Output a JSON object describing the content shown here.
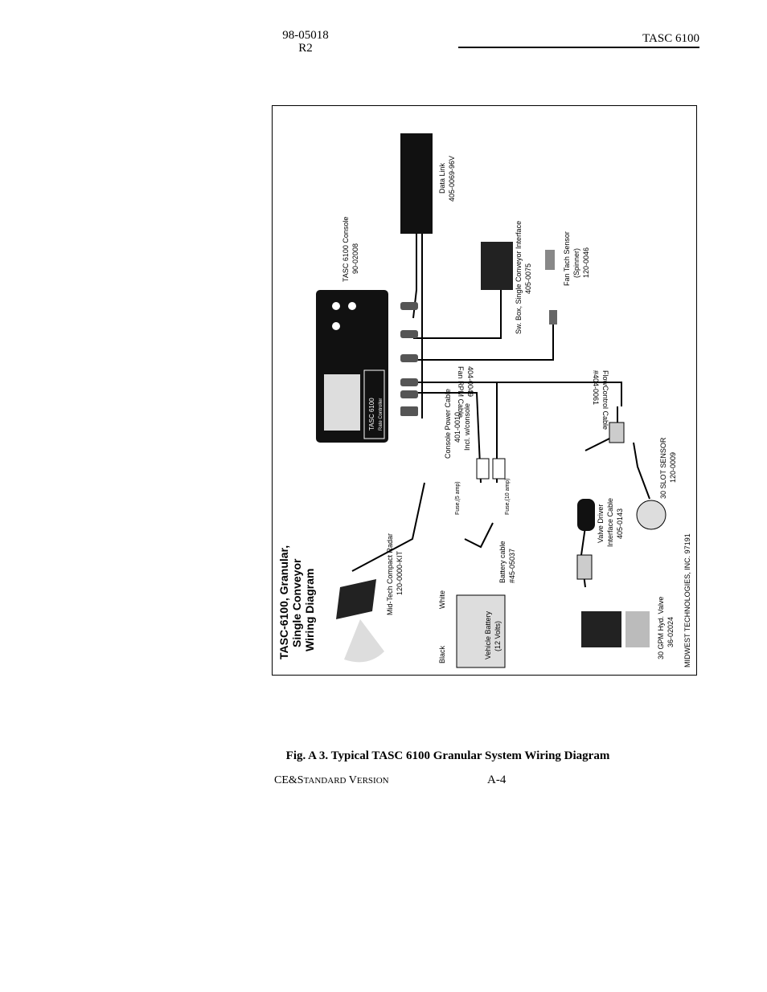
{
  "header": {
    "doc_number": "98-05018",
    "revision": "R2",
    "product": "TASC 6100"
  },
  "diagram": {
    "title_lines": [
      "TASC-6100, Granular,",
      "Single Conveyor",
      "Wiring Diagram"
    ],
    "labels": {
      "console": [
        "TASC 6100 Console",
        "90-02008"
      ],
      "console_face": [
        "TASC 6100",
        "Rate Controller"
      ],
      "data_link": [
        "Data Link",
        "405-0069-96V"
      ],
      "sw_box": [
        "Sw. Box, Single Conveyor Interface",
        "405-0075"
      ],
      "fan_sensor": [
        "Fan Tach Sensor",
        "(Spinner)",
        "120-0046"
      ],
      "fan_cable": [
        "Fan RPM Cable",
        "404-0049"
      ],
      "flow_cable": [
        "FlowControl Cable",
        "#404-0061"
      ],
      "power_cable": [
        "Console Power Cable",
        "401-0010",
        "Incl. w/console"
      ],
      "fuse5": "Fuse,(5 amp)",
      "fuse10": "Fuse,(10 amp)",
      "radar": [
        "Mid-Tech Compact Radar",
        "120-0000-KIT"
      ],
      "battery_cable": [
        "Battery cable",
        "#45-05037"
      ],
      "white": "White",
      "black": "Black",
      "plus": "+",
      "minus": "–",
      "battery": [
        "Vehicle Battery",
        "(12 Volts)"
      ],
      "valve_driver": [
        "Valve Driver",
        "Interface Cable",
        "405-0143"
      ],
      "slot_sensor": [
        "30 SLOT SENSOR",
        "120-0009"
      ],
      "hyd_valve": [
        "30 GPM Hyd. Valve",
        "36-02024"
      ],
      "manufacturer": "MIDWEST TECHNOLOGIES, INC. 97191"
    }
  },
  "caption": "Fig. A 3. Typical TASC 6100 Granular System Wiring Diagram",
  "footer": {
    "version_a": "CE",
    "version_amp": "&",
    "version_s": "S",
    "version_tandard": "TANDARD",
    "version_v": "V",
    "version_ersion": "ERSION",
    "page": "A-4"
  }
}
